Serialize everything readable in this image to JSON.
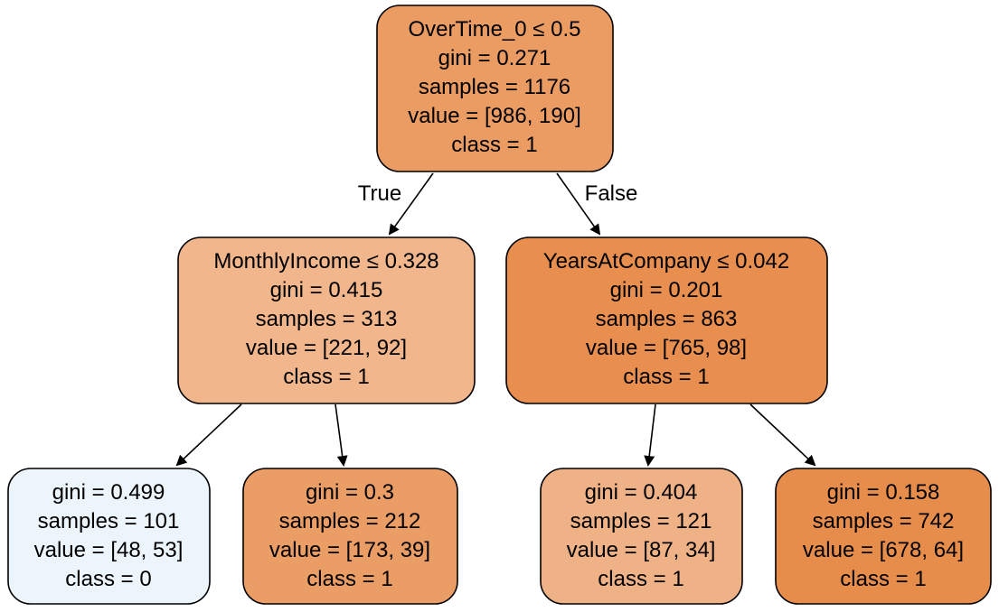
{
  "nodes": {
    "root": {
      "lines": [
        "OverTime_0 ≤ 0.5",
        "gini = 0.271",
        "samples = 1176",
        "value = [986, 190]",
        "class = 1"
      ],
      "fill": "#eb9c63"
    },
    "left": {
      "lines": [
        "MonthlyIncome ≤ 0.328",
        "gini = 0.415",
        "samples = 313",
        "value = [221, 92]",
        "class = 1"
      ],
      "fill": "#f1b68c"
    },
    "right": {
      "lines": [
        "YearsAtCompany ≤ 0.042",
        "gini = 0.201",
        "samples = 863",
        "value = [765, 98]",
        "class = 1"
      ],
      "fill": "#e88f4f"
    },
    "left_left": {
      "lines": [
        "gini = 0.499",
        "samples = 101",
        "value = [48, 53]",
        "class = 0"
      ],
      "fill": "#ecf5fc"
    },
    "left_right": {
      "lines": [
        "gini = 0.3",
        "samples = 212",
        "value = [173, 39]",
        "class = 1"
      ],
      "fill": "#eb9d66"
    },
    "right_left": {
      "lines": [
        "gini = 0.404",
        "samples = 121",
        "value = [87, 34]",
        "class = 1"
      ],
      "fill": "#efb286"
    },
    "right_right": {
      "lines": [
        "gini = 0.158",
        "samples = 742",
        "value = [678, 64]",
        "class = 1"
      ],
      "fill": "#e78d4c"
    }
  },
  "edge_labels": {
    "true_label": "True",
    "false_label": "False"
  }
}
